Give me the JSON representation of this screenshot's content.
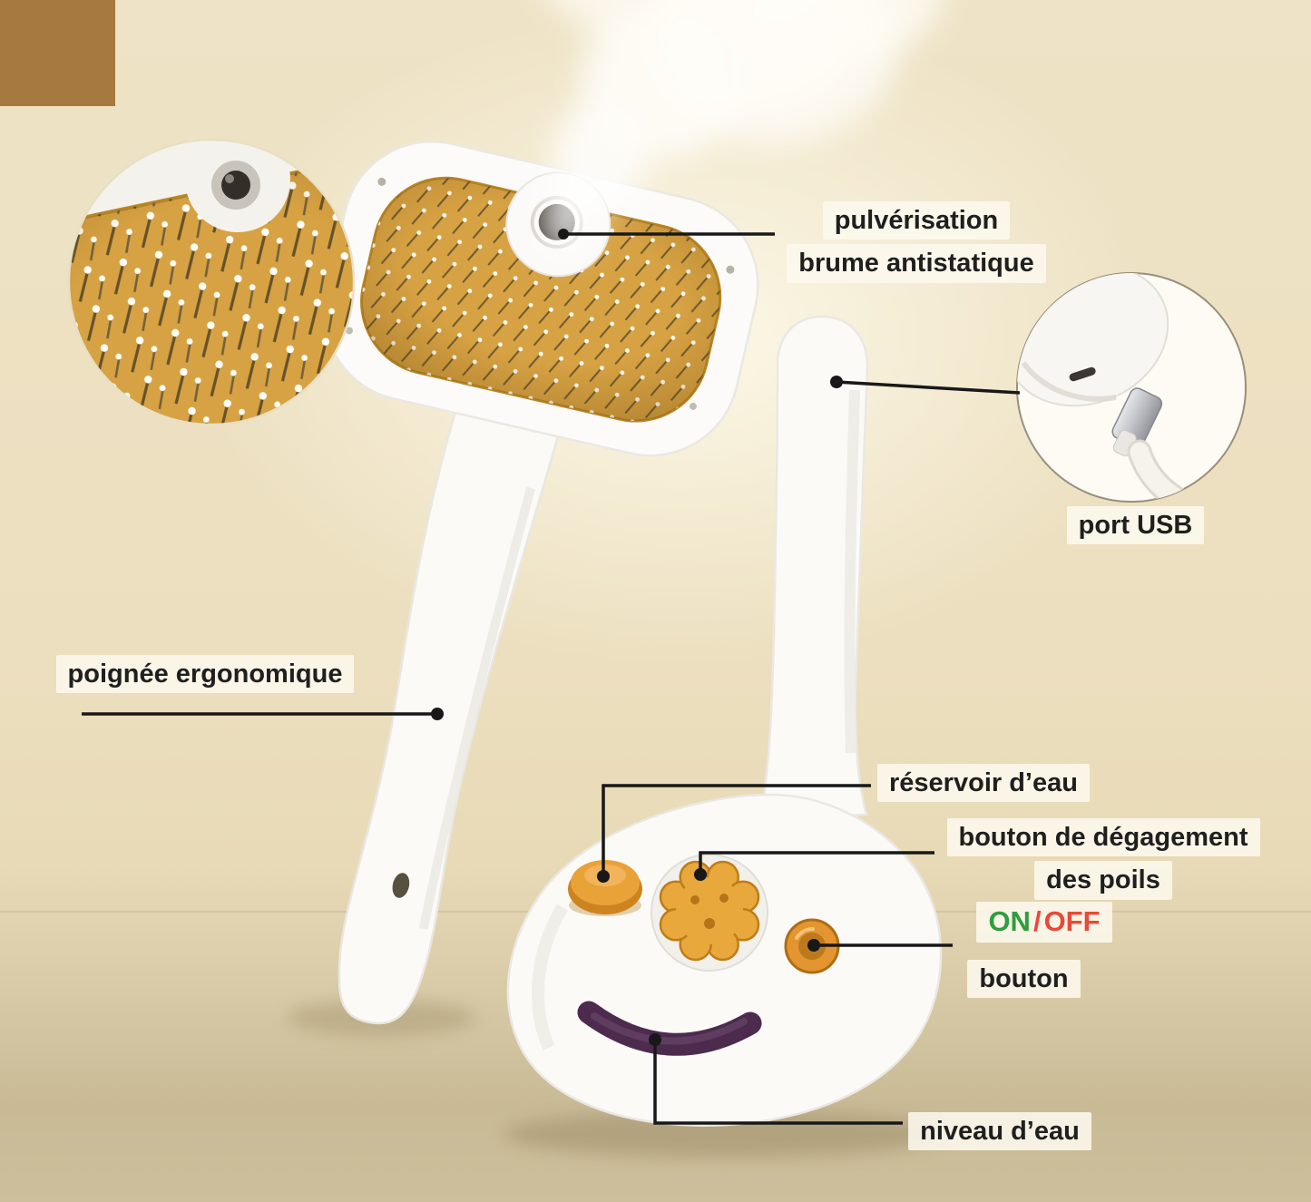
{
  "labels": {
    "spray_line1": "pulvérisation",
    "spray_line2": "brume antistatique",
    "usb": "port USB",
    "handle": "poignée ergonomique",
    "reservoir": "réservoir d’eau",
    "release_line1": "bouton de dégagement",
    "release_line2": "des poils",
    "power_on": "ON",
    "power_slash": "/",
    "power_off": "OFF",
    "power_button": "bouton",
    "water_level": "niveau d’eau"
  },
  "colors": {
    "corner_swatch": "#a5793f",
    "background_beige": "#ecdfbf",
    "pad_gold": "#d7a243",
    "button_orange": "#e9a238",
    "water_window_purple": "#4c2b4e",
    "on_green": "#2f9e3f",
    "off_red": "#e8493a",
    "annotation_line": "#181818",
    "label_text": "#1f1f1f"
  }
}
